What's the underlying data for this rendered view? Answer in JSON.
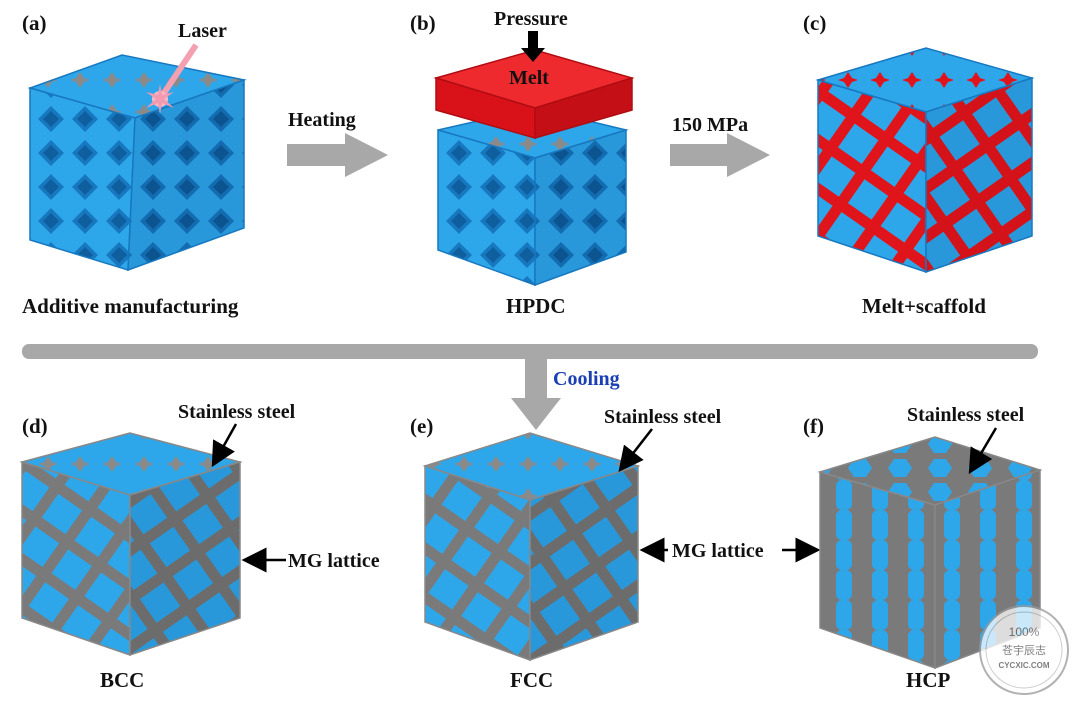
{
  "panels": {
    "a": {
      "tag": "(a)",
      "caption": "Additive manufacturing",
      "annotation": "Laser"
    },
    "b": {
      "tag": "(b)",
      "caption": "HPDC",
      "annotation_top": "Pressure",
      "annotation_block": "Melt"
    },
    "c": {
      "tag": "(c)",
      "caption": "Melt+scaffold"
    },
    "d": {
      "tag": "(d)",
      "caption": "BCC",
      "top_label": "Stainless steel",
      "side_label": "MG lattice"
    },
    "e": {
      "tag": "(e)",
      "caption": "FCC",
      "top_label": "Stainless steel",
      "side_label": "MG lattice"
    },
    "f": {
      "tag": "(f)",
      "caption": "HCP",
      "top_label": "Stainless steel"
    }
  },
  "arrows": {
    "heating": "Heating",
    "pressure_value": "150 MPa",
    "cooling": "Cooling"
  },
  "watermark": {
    "percent": "100%",
    "chinese": "苍宇辰志",
    "site": "CYCXIC.COM"
  },
  "colors": {
    "scaffold_blue": "#2ea6ea",
    "scaffold_dark": "#1778c0",
    "melt_red": "#e0141b",
    "steel_gray": "#7a7a7a",
    "arrow_gray": "#a8a8a8",
    "cooling_text": "#1a3fb4"
  }
}
